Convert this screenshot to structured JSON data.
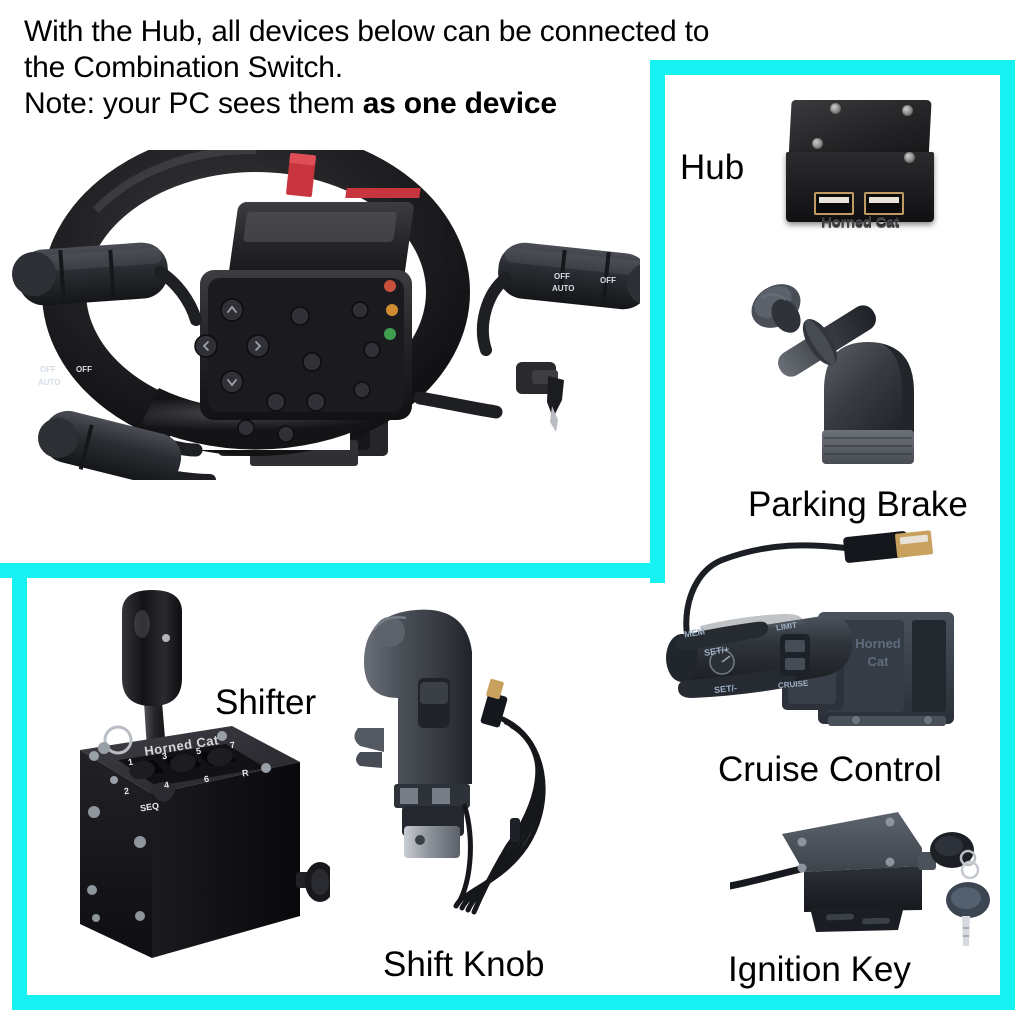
{
  "header": {
    "line1": "With the Hub, all devices below can be connected to",
    "line2": "the Combination Switch.",
    "line3_prefix": "Note: your PC sees them ",
    "line3_bold": "as one device"
  },
  "theme": {
    "accent_cyan": "#16F2F2",
    "text_color": "#000000",
    "background": "#FFFFFF"
  },
  "labels": {
    "hub": "Hub",
    "parking_brake": "Parking Brake",
    "cruise_control": "Cruise Control",
    "ignition_key": "Ignition Key",
    "shifter": "Shifter",
    "shift_knob": "Shift Knob"
  },
  "brand": {
    "name": "Horned Cat",
    "line1": "Horned",
    "line2": "Cat"
  },
  "hub": {
    "brand_text": "Horned Cat",
    "usb_port_count": 2,
    "screw_count": 4
  },
  "shifter": {
    "brand_text": "Horned Cat",
    "gears_top": [
      "1",
      "3",
      "5",
      "7"
    ],
    "gears_bottom": [
      "2",
      "4",
      "6",
      "R"
    ],
    "mode_label": "SEQ"
  },
  "cruise_control": {
    "buttons": [
      "MEM",
      "SET/+",
      "SET/-",
      "MEM"
    ],
    "mode_labels": [
      "LIMIT",
      "CRUISE"
    ],
    "brand_line1": "Horned",
    "brand_line2": "Cat",
    "has_usb_cable": true
  },
  "steering_wheel": {
    "left_stalk": {
      "name": "lighting-stalk",
      "labels": [
        "OFF",
        "AUTO",
        "OFF"
      ]
    },
    "right_stalk": {
      "name": "wiper-stalk",
      "labels": [
        "OFF",
        "AUTO",
        "OFF"
      ]
    },
    "rim_marker_color": "#C8353F"
  }
}
